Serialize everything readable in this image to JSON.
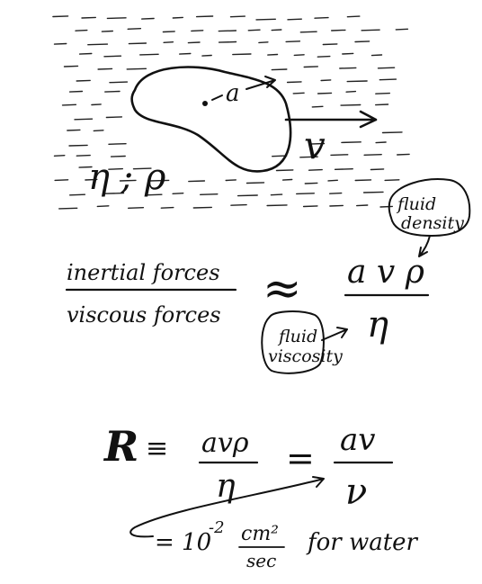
{
  "fluid_sketch": {
    "radius_label": "a",
    "velocity_label": "v",
    "properties_label": "η ; ρ"
  },
  "ratio": {
    "numerator": "inertial forces",
    "denominator": "viscous forces",
    "approx_symbol": "≈",
    "rhs_numerator": "a v ρ",
    "rhs_denominator": "η"
  },
  "annotations": {
    "fluid_density": {
      "line1": "fluid",
      "line2": "density"
    },
    "fluid_viscosity": {
      "line1": "fluid",
      "line2": "viscosity"
    }
  },
  "reynolds": {
    "symbol": "R",
    "equiv": "≡",
    "frac1_numerator": "avρ",
    "frac1_denominator": "η",
    "equals": "=",
    "frac2_numerator": "av",
    "frac2_denominator": "ν"
  },
  "kinematic_note": {
    "prefix": "= 10",
    "exponent": "-2",
    "unit_numerator": "cm²",
    "unit_denominator": "sec",
    "suffix": "for water"
  },
  "colors": {
    "ink": "#111111",
    "background": "#ffffff"
  }
}
